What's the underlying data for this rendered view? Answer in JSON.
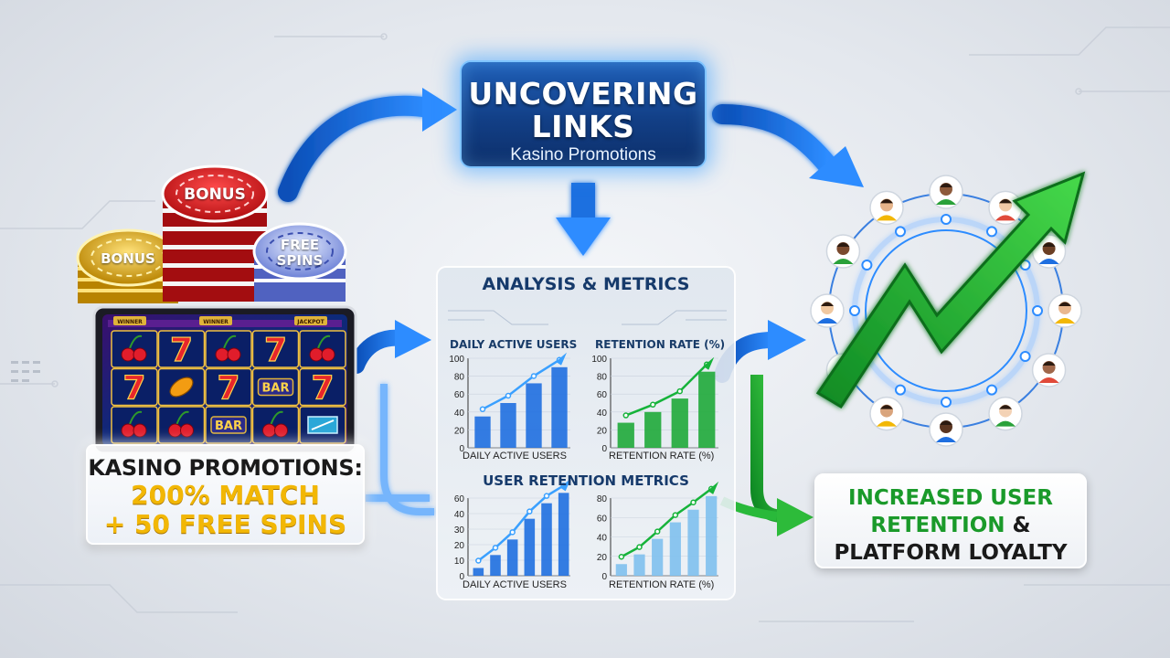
{
  "header": {
    "title": "UNCOVERING LINKS",
    "subtitle": "Kasino Promotions"
  },
  "chips": {
    "red": "BONUS",
    "gold": "BONUS",
    "blue_line1": "FREE",
    "blue_line2": "SPINS"
  },
  "slot": {
    "top_labels": [
      "WINNER",
      "WINNER",
      "JACKPOT"
    ],
    "symbols": [
      "cherry",
      "7",
      "cherry",
      "7",
      "cherry",
      "7",
      "bar-leaf",
      "7",
      "BAR",
      "7",
      "cherry",
      "cherry",
      "BAR",
      "cherry",
      "wild"
    ],
    "bar_text": "BAR"
  },
  "promo": {
    "line1": "KASINO PROMOTIONS:",
    "line2": "200% MATCH",
    "line3": "+ 50 FREE SPINS"
  },
  "metrics": {
    "title": "ANALYSIS & METRICS",
    "retention_title": "USER RETENTION METRICS",
    "charts": [
      {
        "title": "DAILY ACTIVE USERS",
        "caption": "DAILY ACTIVE USERS",
        "ticks": [
          "100",
          "80",
          "60",
          "40",
          "20",
          "0"
        ],
        "values": [
          35,
          50,
          72,
          90
        ],
        "color": "#1f6fe0"
      },
      {
        "title": "RETENTION RATE (%)",
        "caption": "RETENTION RATE (%)",
        "ticks": [
          "100",
          "80",
          "60",
          "40",
          "20",
          "0"
        ],
        "values": [
          28,
          40,
          55,
          85
        ],
        "color": "#1faa3a"
      },
      {
        "title": "",
        "caption": "DAILY ACTIVE USERS",
        "ticks": [
          "60",
          "40",
          "30",
          "20",
          "10",
          "0"
        ],
        "values": [
          6,
          16,
          28,
          44,
          56,
          64
        ],
        "color": "#1f6fe0"
      },
      {
        "title": "",
        "caption": "RETENTION RATE (%)",
        "ticks": [
          "80",
          "60",
          "40",
          "20",
          "0"
        ],
        "values": [
          12,
          22,
          38,
          55,
          68,
          82
        ],
        "color": "#7fc0ee"
      }
    ]
  },
  "result": {
    "line1": "INCREASED USER",
    "line2": "RETENTION",
    "line2_amp": " &",
    "line3": "PLATFORM LOYALTY"
  },
  "network": {
    "users": 12
  },
  "colors": {
    "accent_blue": "#1f6fe0",
    "accent_green": "#1faa3a",
    "gold": "#f2b705"
  }
}
